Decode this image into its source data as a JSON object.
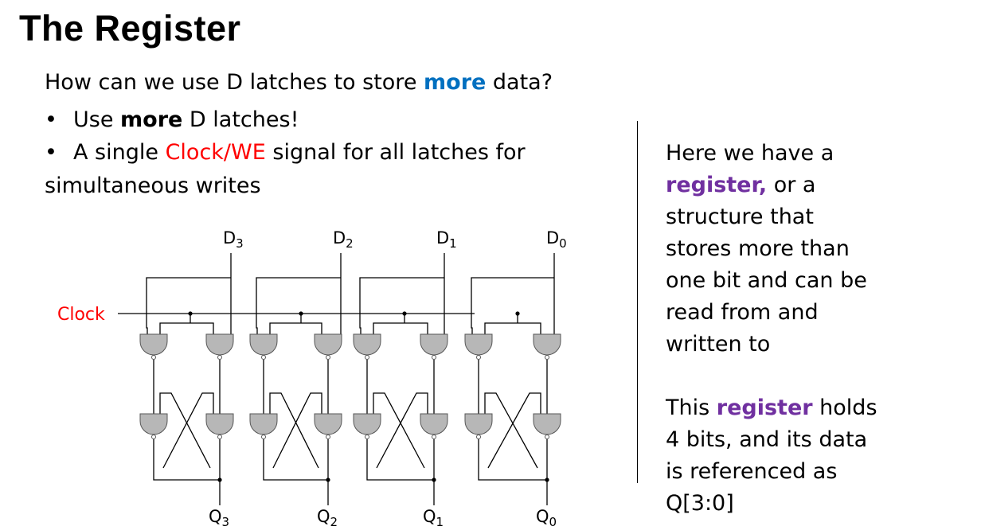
{
  "slide": {
    "title": "The Register",
    "question": {
      "before": "How can we use D latches to store ",
      "emph": "more",
      "after": " data?"
    },
    "bullets": [
      {
        "before": "Use ",
        "emph": "more",
        "after": " D latches!"
      },
      {
        "before": "A single ",
        "highlight": "Clock/WE",
        "after": " signal for all latches for"
      }
    ],
    "bullet_continuation": "simultaneous writes",
    "side_text": {
      "p1_emph": "register,",
      "p1_lines": [
        "Here we have a",
        " or a",
        "structure that",
        "stores more than",
        "one bit and can be",
        "read from and",
        "written to"
      ],
      "p2_lines": [
        "This ",
        " holds",
        "4 bits, and its data",
        "is referenced as",
        "Q[3:0]"
      ],
      "p2_emph": "register"
    }
  },
  "diagram": {
    "clock_label": "Clock",
    "input_labels": [
      {
        "main": "D",
        "sub": "3"
      },
      {
        "main": "D",
        "sub": "2"
      },
      {
        "main": "D",
        "sub": "1"
      },
      {
        "main": "D",
        "sub": "0"
      }
    ],
    "output_labels": [
      {
        "main": "Q",
        "sub": "3"
      },
      {
        "main": "Q",
        "sub": "2"
      },
      {
        "main": "Q",
        "sub": "1"
      },
      {
        "main": "Q",
        "sub": "0"
      }
    ],
    "colors": {
      "gate_fill": "#b7b7b7",
      "clock_label": "#ff0000"
    }
  }
}
